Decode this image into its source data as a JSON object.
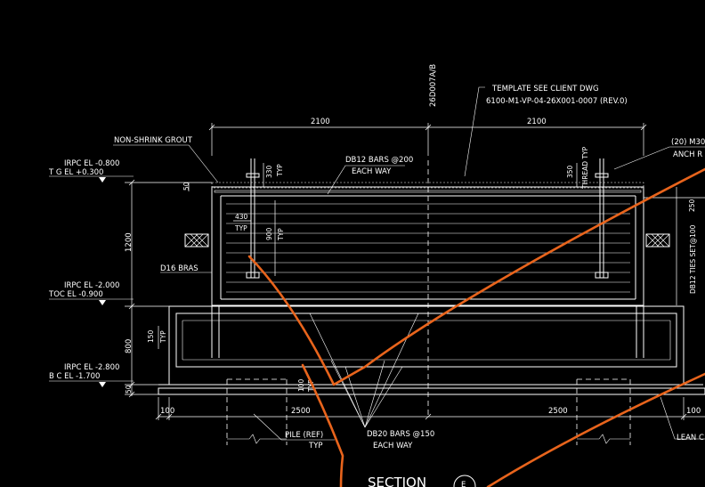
{
  "drawing": {
    "gridline": "26D007A/B",
    "template_note": "TEMPLATE SEE CLIENT DWG",
    "template_ref": "6100-M1-VP-04-26X001-0007 (REV.0)",
    "dim_left_top": "2100",
    "dim_right_top": "2100",
    "anchor_bolts_1": "(20) M30",
    "anchor_bolts_2": "ANCH R",
    "non_shrink_grout": "NON-SHRINK GROUT",
    "db12_bars": "DB12 BARS @200",
    "each_way_top": "EACH WAY",
    "dim_330": "330",
    "typ_1": "TYP",
    "dim_350": "350",
    "thread_typ": "THREAD TYP",
    "dim_50": "50",
    "dim_430": "430",
    "typ_430": "TYP",
    "dim_900": "900",
    "typ_900": "TYP",
    "dim_1200": "1200",
    "dim_250": "250",
    "db12_ties": "DB12 TIES SET@100",
    "d16_bars": "D16 BRAS",
    "irpc_top": "IRPC EL -0.800",
    "tg_el": "T G EL +0.300",
    "irpc_mid": "IRPC EL -2.000",
    "toc_el": "TOC EL -0.900",
    "dim_150": "150",
    "typ_150": "TYP",
    "dim_800": "800",
    "irpc_bot": "IRPC EL -2.800",
    "bc_el": "B C EL -1.700",
    "dim_50b": "50",
    "dim_100_left": "100",
    "dim_2500_left": "2500",
    "dim_2500_right": "2500",
    "dim_100_right": "100",
    "dim_100_vert": "100",
    "typ_vert": "TYP",
    "pile_ref": "PILE (REF)",
    "pile_typ": "TYP",
    "db20_bars": "DB20 BARS @150",
    "each_way_bot": "EACH WAY",
    "lean_c": "LEAN C",
    "section_title": "SECTION",
    "section_mark": "E"
  }
}
